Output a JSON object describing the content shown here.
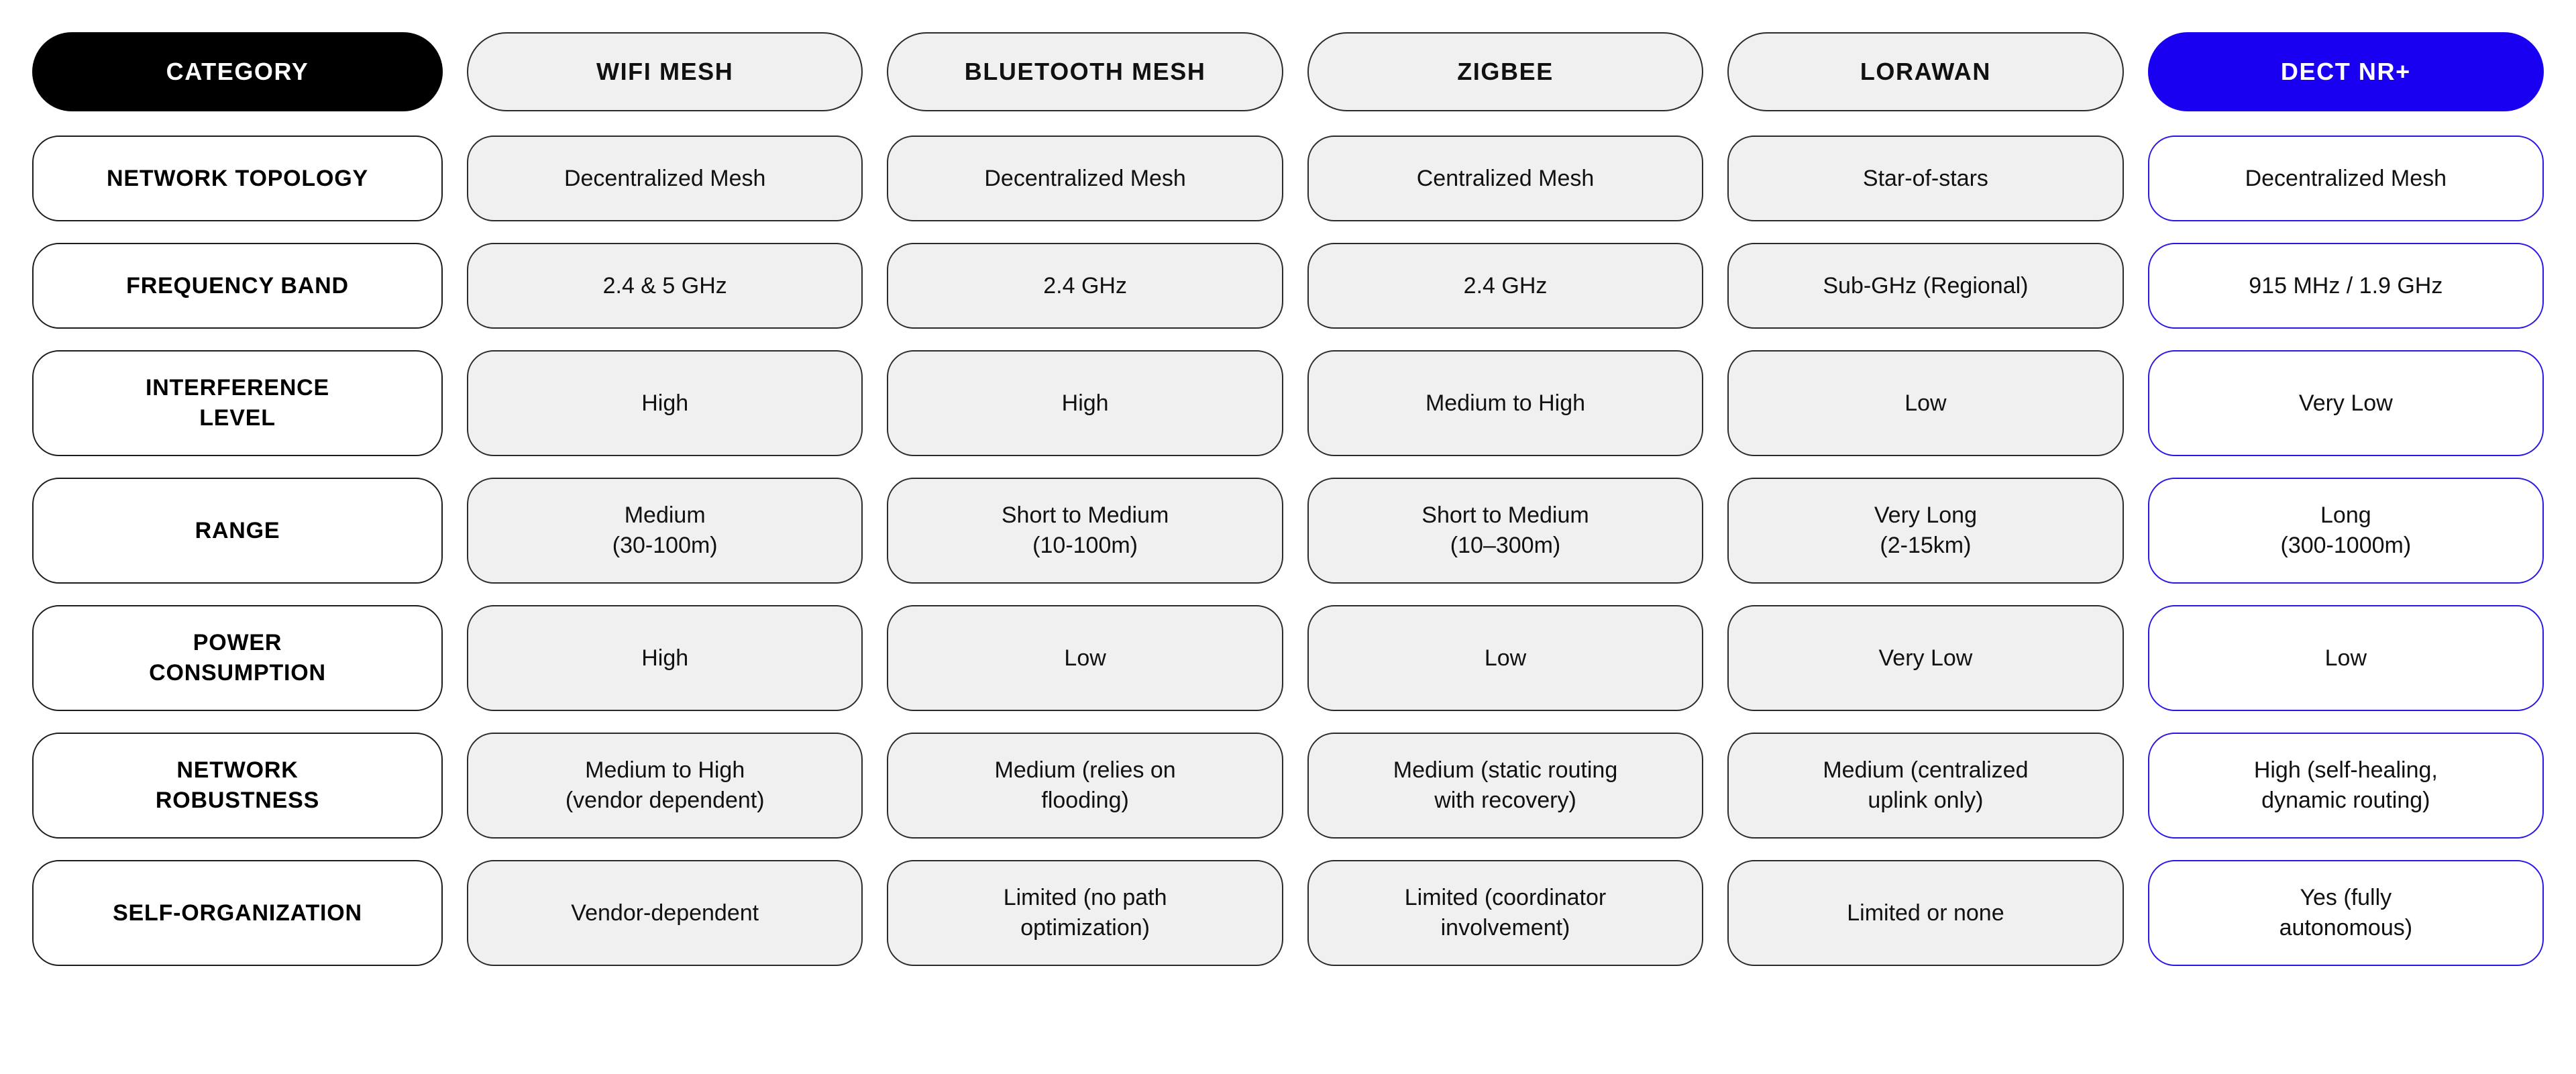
{
  "theme": {
    "accent_color": "#1a00f0",
    "accent_border": "#2a16e8",
    "header_dark": "#000000",
    "cell_fill": "#f0f0f0",
    "text_color": "#111111"
  },
  "table": {
    "headers": [
      {
        "label": "CATEGORY",
        "style": "dark"
      },
      {
        "label": "WIFI MESH",
        "style": "plain"
      },
      {
        "label": "BLUETOOTH MESH",
        "style": "plain"
      },
      {
        "label": "ZIGBEE",
        "style": "plain"
      },
      {
        "label": "LORAWAN",
        "style": "plain"
      },
      {
        "label": "DECT NR+",
        "style": "accent"
      }
    ],
    "rows": [
      {
        "label": "NETWORK TOPOLOGY",
        "cells": [
          "Decentralized Mesh",
          "Decentralized Mesh",
          "Centralized Mesh",
          "Star-of-stars",
          "Decentralized Mesh"
        ]
      },
      {
        "label": "FREQUENCY BAND",
        "cells": [
          "2.4 & 5 GHz",
          "2.4 GHz",
          "2.4 GHz",
          "Sub-GHz (Regional)",
          "915 MHz / 1.9 GHz"
        ]
      },
      {
        "label": "INTERFERENCE\nLEVEL",
        "cells": [
          "High",
          "High",
          "Medium to High",
          "Low",
          "Very Low"
        ]
      },
      {
        "label": "RANGE",
        "cells": [
          "Medium\n(30-100m)",
          "Short to Medium\n(10-100m)",
          "Short to Medium\n(10–300m)",
          "Very Long\n(2-15km)",
          "Long\n(300-1000m)"
        ]
      },
      {
        "label": "POWER\nCONSUMPTION",
        "cells": [
          "High",
          "Low",
          "Low",
          "Very Low",
          "Low"
        ]
      },
      {
        "label": "NETWORK\nROBUSTNESS",
        "cells": [
          "Medium to High\n(vendor dependent)",
          "Medium (relies on\nflooding)",
          "Medium (static routing\nwith recovery)",
          "Medium (centralized\nuplink only)",
          "High (self-healing,\ndynamic routing)"
        ]
      },
      {
        "label": "SELF-ORGANIZATION",
        "cells": [
          "Vendor-dependent",
          "Limited (no path\noptimization)",
          "Limited (coordinator\ninvolvement)",
          "Limited or none",
          "Yes (fully\nautonomous)"
        ]
      }
    ]
  }
}
